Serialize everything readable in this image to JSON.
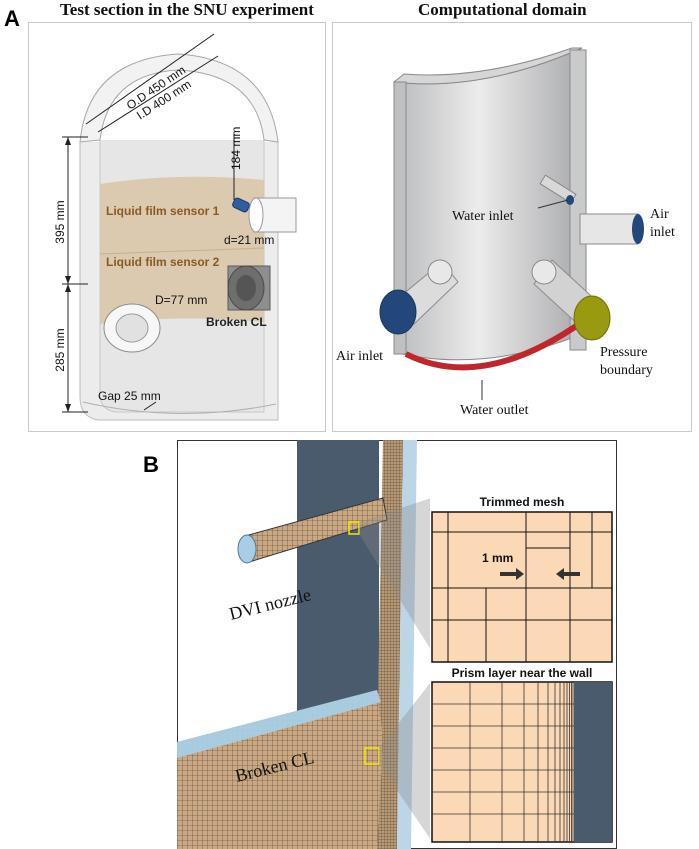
{
  "panel_a": {
    "letter": "A",
    "left_title": "Test section in the SNU experiment",
    "right_title": "Computational domain",
    "left": {
      "od": "O.D 450 mm",
      "id": "I.D 400 mm",
      "h184": "184 mm",
      "h395": "395 mm",
      "h285": "285 mm",
      "sensor1": "Liquid film sensor 1",
      "sensor2": "Liquid film sensor 2",
      "d21": "d=21 mm",
      "d77": "D=77 mm",
      "broken_cl": "Broken CL",
      "gap": "Gap 25 mm"
    },
    "right": {
      "water_inlet": "Water inlet",
      "air_inlet_right_1": "Air",
      "air_inlet_right_2": "inlet",
      "air_inlet_left": "Air inlet",
      "pressure_1": "Pressure",
      "pressure_2": "boundary",
      "water_outlet": "Water outlet"
    }
  },
  "panel_b": {
    "letter": "B",
    "dvi_nozzle": "DVI nozzle",
    "broken_cl": "Broken CL",
    "trimmed_title": "Trimmed mesh",
    "one_mm": "1 mm",
    "prism_title": "Prism layer near the wall"
  },
  "colors": {
    "cylinder_gray": "#d9dadb",
    "film_band": "#d9c6a8",
    "mesh_fill": "#fcd9b6",
    "wall_blue": "#4a5b6e",
    "red_outlet": "#c0272d",
    "olive_boundary": "#9a9a10",
    "navy_inlet": "#23477a"
  }
}
